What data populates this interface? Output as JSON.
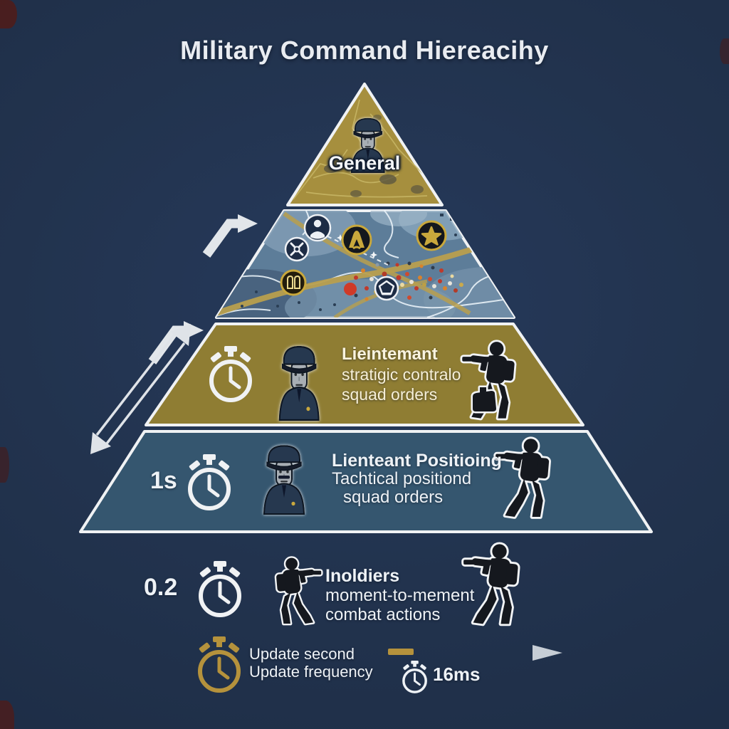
{
  "title": "Military Command Hiereacihy",
  "pyramid": {
    "general": {
      "label": "General"
    },
    "map_badges": [
      "officer-badge",
      "compass-badge",
      "alpha-badge",
      "star-badge",
      "building-badge",
      "pentagon-badge"
    ],
    "strategic": {
      "heading": "Lieintemant",
      "line2": "stratigic contralo",
      "line3": "squad orders"
    },
    "tactical": {
      "time": "1s",
      "heading": "Lienteant Positioing",
      "line2": "Tachtical positiond",
      "line3": "squad orders"
    }
  },
  "soldiers_row": {
    "time": "0.2",
    "heading": "Inoldiers",
    "line2": "moment-to-mement",
    "line3": "combat actions"
  },
  "legend": {
    "line1": "Update second",
    "line2": "Update frequency",
    "duration": "16ms"
  },
  "icons": [
    "stopwatch-icon",
    "officer-portrait-icon",
    "soldier-silhouette-icon",
    "pouch-icon",
    "bent-arrow-icon",
    "double-arrow-icon",
    "legend-arrow-icon"
  ],
  "colors": {
    "background": "#22334e",
    "tier_map_gold": "#a68f3e",
    "tier_strategic_gold": "#8f7d33",
    "tier_tactical_blue": "#35566f",
    "map_blue": "#5d7d99",
    "legend_gold": "#b5923c",
    "outline_white": "#f0f2f4",
    "text_cream": "#f6efd8",
    "accent_red": "#cf3a28"
  }
}
